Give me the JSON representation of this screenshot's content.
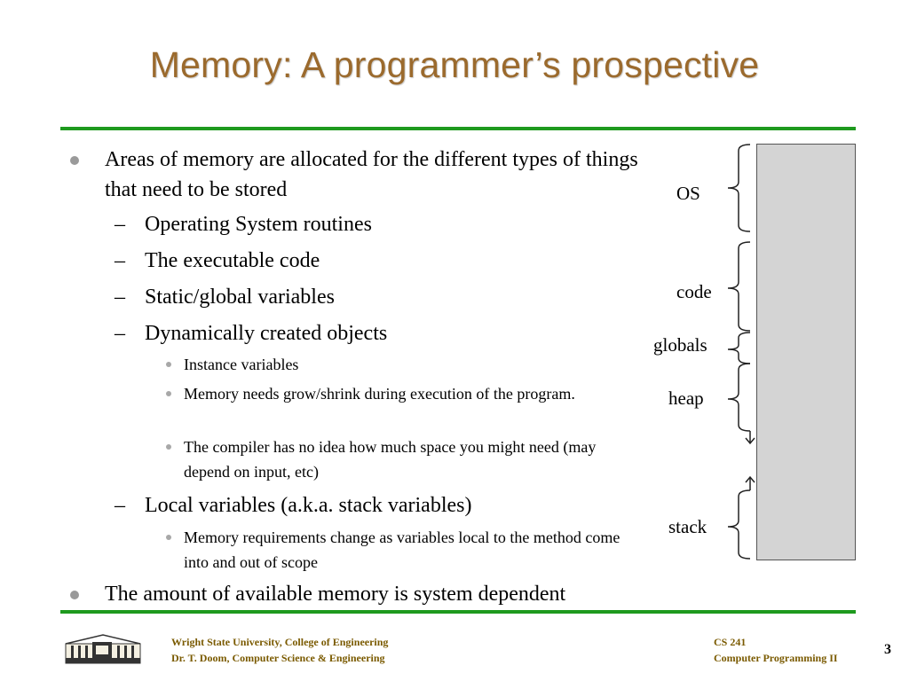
{
  "slide": {
    "title": "Memory: A programmer’s prospective",
    "bullets": {
      "b1": "Areas of memory are allocated for the different types of things that need to be stored",
      "b1_1": "Operating System routines",
      "b1_2": "The executable code",
      "b1_3": "Static/global variables",
      "b1_4": "Dynamically created objects",
      "b1_4_1": "Instance variables",
      "b1_4_2": "Memory needs grow/shrink during execution of the program.",
      "b1_4_3": "The compiler has no idea how much space you might need (may depend on input, etc)",
      "b1_5": "Local variables (a.k.a. stack variables)",
      "b1_5_1": "Memory requirements change as variables local to the method come into and out of scope",
      "b2": "The amount of available memory is system dependent"
    },
    "diagram": {
      "labels": [
        "OS",
        "code",
        "globals",
        "heap",
        "stack"
      ],
      "block_color": "#d4d4d4"
    }
  },
  "footer": {
    "left_line1": "Wright State University, College of Engineering",
    "left_line2": "Dr. T. Doom, Computer Science & Engineering",
    "right_line1": "CS 241",
    "right_line2": "Computer Programming II",
    "page": "3"
  },
  "colors": {
    "title": "#9b6a2d",
    "rule": "#1e9a1e",
    "footer_text": "#7a5a00"
  }
}
